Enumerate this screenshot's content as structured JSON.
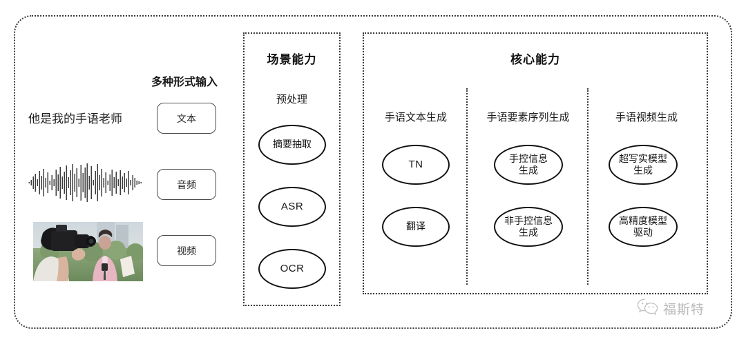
{
  "input_section": {
    "caption": "多种形式输入",
    "sample_text": "他是我的手语老师",
    "modalities": [
      {
        "label": "文本",
        "media": "text-sample"
      },
      {
        "label": "音频",
        "media": "audio-waveform"
      },
      {
        "label": "视频",
        "media": "video-thumbnail"
      }
    ]
  },
  "scene_panel": {
    "title": "场景能力",
    "column_header": "预处理",
    "nodes": [
      {
        "label": "摘要抽取"
      },
      {
        "label": "ASR"
      },
      {
        "label": "OCR"
      }
    ]
  },
  "core_panel": {
    "title": "核心能力",
    "columns": [
      {
        "header": "手语文本生成",
        "nodes": [
          {
            "label": "TN"
          },
          {
            "label": "翻译"
          }
        ]
      },
      {
        "header": "手语要素序列生成",
        "nodes": [
          {
            "label": "手控信息\n生成"
          },
          {
            "label": "非手控信息\n生成"
          }
        ]
      },
      {
        "header": "手语视频生成",
        "nodes": [
          {
            "label": "超写实模型\n生成"
          },
          {
            "label": "高精度模型\n驱动"
          }
        ]
      }
    ]
  },
  "watermark": {
    "icon": "wechat-icon",
    "text": "福斯特"
  },
  "colors": {
    "border": "#3a3a3a",
    "node_stroke": "#111111",
    "pill_stroke": "#4a4a4a",
    "text": "#1b1b1b",
    "watermark_text": "#8e8e8e",
    "background": "#ffffff"
  }
}
